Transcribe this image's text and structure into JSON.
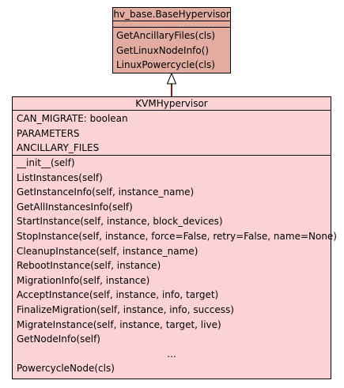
{
  "base_class": {
    "name": "hv_base.BaseHypervisor",
    "methods": [
      "GetAncillaryFiles(cls)",
      "GetLinuxNodeInfo()",
      "LinuxPowercycle(cls)"
    ]
  },
  "kvm_class": {
    "name": "KVMHypervisor",
    "attributes": [
      "CAN_MIGRATE: boolean",
      "PARAMETERS",
      "ANCILLARY_FILES"
    ],
    "methods": [
      "__init__(self)",
      "ListInstances(self)",
      "GetInstanceInfo(self, instance_name)",
      "GetAllInstancesInfo(self)",
      "StartInstance(self, instance, block_devices)",
      "StopInstance(self, instance, force=False, retry=False, name=None)",
      "CleanupInstance(self, instance_name)",
      "RebootInstance(self, instance)",
      "MigrationInfo(self, instance)",
      "AcceptInstance(self, instance, info, target)",
      "FinalizeMigration(self, instance, info, success)",
      "MigrateInstance(self, instance, target, live)",
      "GetNodeInfo(self)"
    ],
    "ellipsis": "...",
    "last_method": "PowercycleNode(cls)"
  },
  "colors": {
    "base_fill": "#e3aca1",
    "kvm_fill": "#fbd3d5",
    "inheritance_line": "#8b1a1a"
  }
}
